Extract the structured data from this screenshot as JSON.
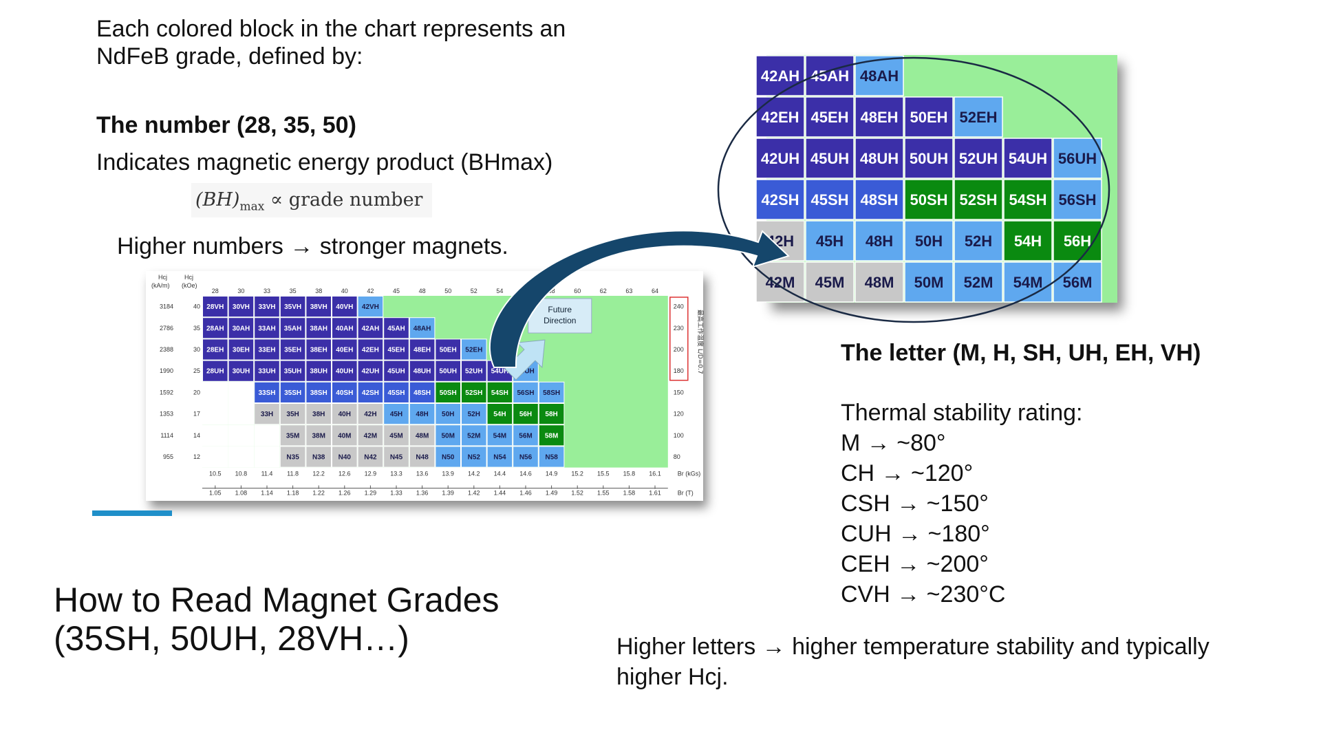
{
  "intro": {
    "line1": "Each colored block in the chart represents an",
    "line2": "NdFeB grade, defined by:"
  },
  "number_section": {
    "heading": "The number (28, 35, 50)",
    "description": "Indicates magnetic energy product (BHmax)",
    "formula": {
      "lhs": "(BH)",
      "sub": "max",
      "rel": "∝",
      "rhs": "grade number"
    },
    "result": "Higher numbers → stronger magnets."
  },
  "letter_section": {
    "heading": "The letter (M, H, SH, UH, EH, VH)",
    "rating_title": "Thermal stability rating:",
    "ratings": [
      "M → ~80°",
      "CH → ~120°",
      "CSH → ~150°",
      "CUH → ~180°",
      "CEH → ~200°",
      "CVH → ~230°C"
    ],
    "summary_line1": "Higher letters → higher temperature stability and typically",
    "summary_line2": "higher Hcj."
  },
  "slide_title": {
    "line1": "How to Read Magnet Grades",
    "line2": "(35SH, 50UH, 28VH…)"
  },
  "colors": {
    "vh_ah_eh_uh": "#3b2fa8",
    "sh": "#3a5bd6",
    "light_blue": "#5fa8ef",
    "green_dark": "#0a8a10",
    "green_bg": "#99ee99",
    "gray": "#c8c8c8",
    "accent": "#1f8fc9",
    "callout_bg": "#d7ecf7"
  },
  "chart": {
    "hcj_ka_header": "Hcj\n(kA/m)",
    "hcj_koe_header": "Hcj\n(kOe)",
    "top_numbers": [
      "28",
      "30",
      "33",
      "35",
      "38",
      "40",
      "42",
      "45",
      "48",
      "50",
      "52",
      "54",
      "56",
      "58",
      "60",
      "62",
      "63",
      "64"
    ],
    "hcj_ka": [
      "3184",
      "2786",
      "2388",
      "1990",
      "1592",
      "1353",
      "1114",
      "955"
    ],
    "hcj_koe": [
      "40",
      "35",
      "30",
      "25",
      "20",
      "17",
      "14",
      "12"
    ],
    "right_temps": [
      "240",
      "230",
      "200",
      "180",
      "150",
      "120",
      "100",
      "80"
    ],
    "right_label": "最高工作温度 L/D=0.7",
    "br_kgs": [
      "10.5",
      "10.8",
      "11.4",
      "11.8",
      "12.2",
      "12.6",
      "12.9",
      "13.3",
      "13.6",
      "13.9",
      "14.2",
      "14.4",
      "14.6",
      "14.9",
      "15.2",
      "15.5",
      "15.8",
      "16.1"
    ],
    "br_t": [
      "1.05",
      "1.08",
      "1.14",
      "1.18",
      "1.22",
      "1.26",
      "1.29",
      "1.33",
      "1.36",
      "1.39",
      "1.42",
      "1.44",
      "1.46",
      "1.49",
      "1.52",
      "1.55",
      "1.58",
      "1.61"
    ],
    "br_kgs_label": "Br (kGs)",
    "br_t_label": "Br (T)",
    "callout": {
      "line1": "Future",
      "line2": "Direction"
    },
    "rows": [
      [
        "28VH",
        "30VH",
        "33VH",
        "35VH",
        "38VH",
        "40VH",
        "42VH"
      ],
      [
        "28AH",
        "30AH",
        "33AH",
        "35AH",
        "38AH",
        "40AH",
        "42AH",
        "45AH",
        "48AH"
      ],
      [
        "28EH",
        "30EH",
        "33EH",
        "35EH",
        "38EH",
        "40EH",
        "42EH",
        "45EH",
        "48EH",
        "50EH",
        "52EH"
      ],
      [
        "28UH",
        "30UH",
        "33UH",
        "35UH",
        "38UH",
        "40UH",
        "42UH",
        "45UH",
        "48UH",
        "50UH",
        "52UH",
        "54UH",
        "56UH"
      ],
      [
        "",
        "",
        "33SH",
        "35SH",
        "38SH",
        "40SH",
        "42SH",
        "45SH",
        "48SH",
        "50SH",
        "52SH",
        "54SH",
        "56SH",
        "58SH"
      ],
      [
        "",
        "",
        "33H",
        "35H",
        "38H",
        "40H",
        "42H",
        "45H",
        "48H",
        "50H",
        "52H",
        "54H",
        "56H",
        "58H"
      ],
      [
        "",
        "",
        "",
        "35M",
        "38M",
        "40M",
        "42M",
        "45M",
        "48M",
        "50M",
        "52M",
        "54M",
        "56M",
        "58M"
      ],
      [
        "",
        "",
        "",
        "N35",
        "N38",
        "N40",
        "N42",
        "N45",
        "N48",
        "N50",
        "N52",
        "N54",
        "N56",
        "N58"
      ]
    ]
  },
  "zoom": {
    "rows": [
      [
        "42AH",
        "45AH",
        "48AH"
      ],
      [
        "42EH",
        "45EH",
        "48EH",
        "50EH",
        "52EH"
      ],
      [
        "42UH",
        "45UH",
        "48UH",
        "50UH",
        "52UH",
        "54UH",
        "56UH"
      ],
      [
        "42SH",
        "45SH",
        "48SH",
        "50SH",
        "52SH",
        "54SH",
        "56SH"
      ],
      [
        "42H",
        "45H",
        "48H",
        "50H",
        "52H",
        "54H",
        "56H"
      ],
      [
        "42M",
        "45M",
        "48M",
        "50M",
        "52M",
        "54M",
        "56M"
      ]
    ]
  }
}
